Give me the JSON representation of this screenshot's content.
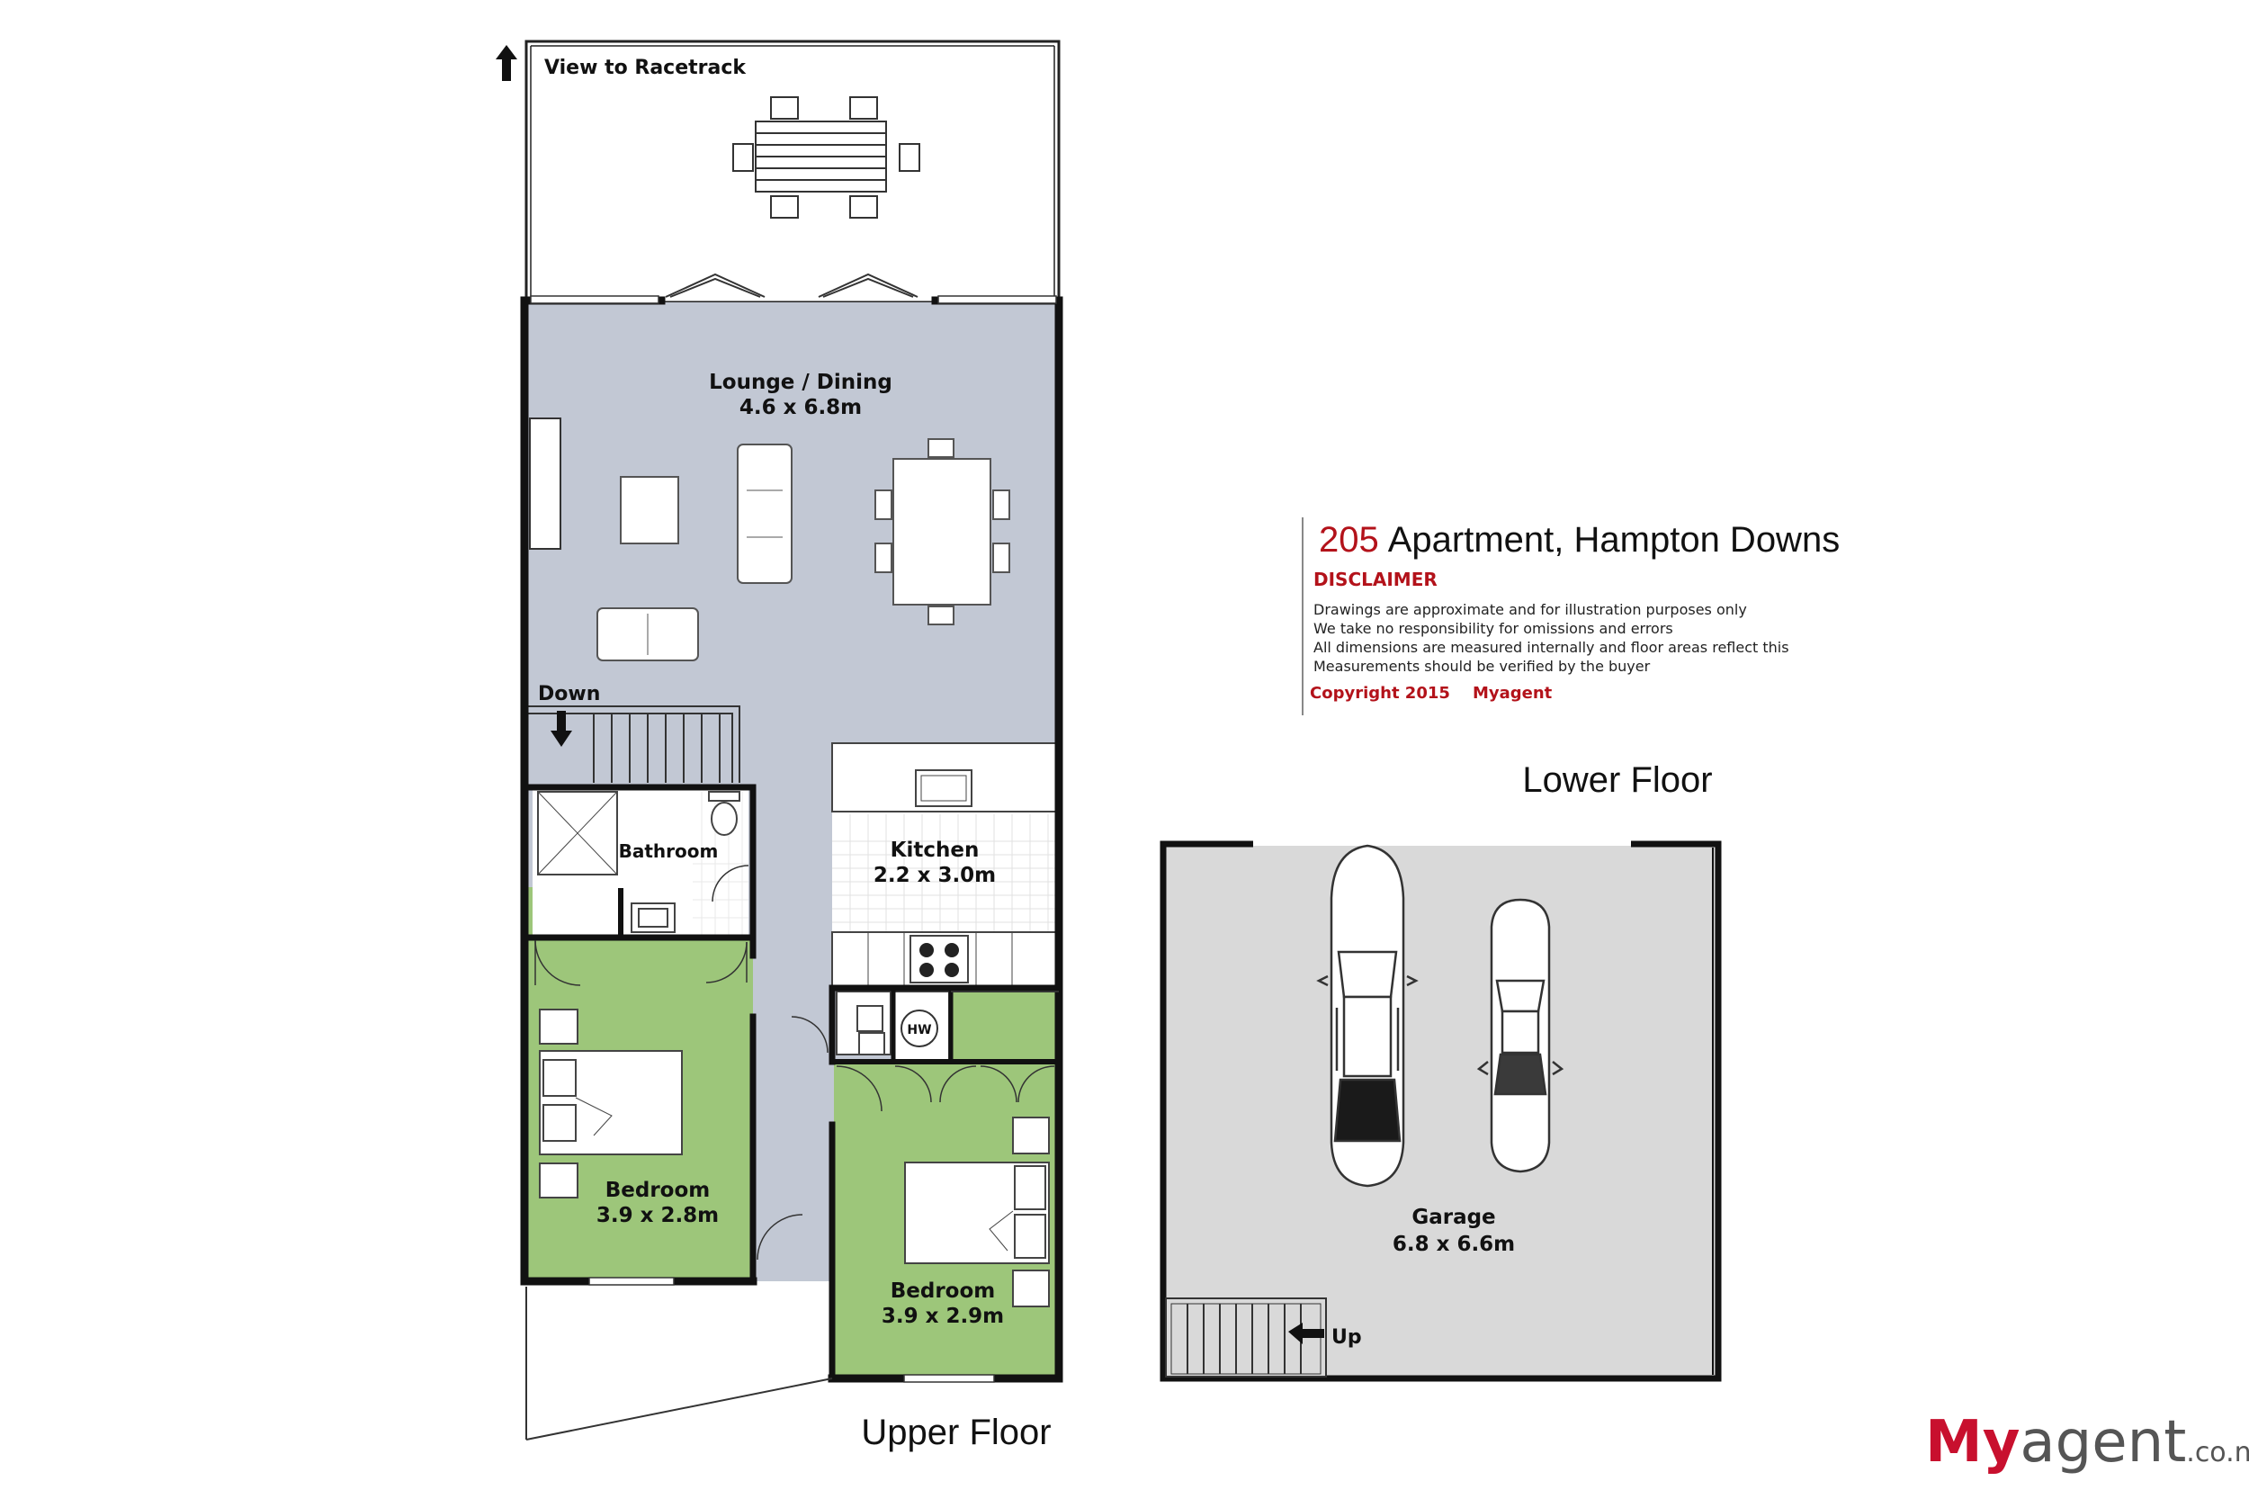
{
  "upper_floor": {
    "title": "Upper Floor",
    "view_label": "View to Racetrack",
    "down_label": "Down",
    "lounge_name": "Lounge / Dining",
    "lounge_dims": "4.6 x 6.8m",
    "bathroom_name": "Bathroom",
    "kitchen_name": "Kitchen",
    "kitchen_dims": "2.2 x 3.0m",
    "hw_label": "HW",
    "bedroom1_name": "Bedroom",
    "bedroom1_dims": "3.9 x 2.8m",
    "bedroom2_name": "Bedroom",
    "bedroom2_dims": "3.9 x 2.9m"
  },
  "lower_floor": {
    "title": "Lower Floor",
    "garage_name": "Garage",
    "garage_dims": "6.8 x 6.6m",
    "up_label": "Up"
  },
  "info": {
    "number": "205",
    "title": "Apartment, Hampton Downs",
    "disclaimer_heading": "DISCLAIMER",
    "disclaimer_lines": [
      "Drawings are approximate and for illustration purposes only",
      "We take no responsibility for omissions and errors",
      "All dimensions are measured internally and floor areas reflect this",
      "Measurements should be verified by the buyer"
    ],
    "copyright": "Copyright 2015    Myagent"
  },
  "logo": {
    "my": "My",
    "agent": "agent",
    "tld": ".co.nz"
  },
  "colors": {
    "floor": "#c2c8d4",
    "bedroom": "#9dc67a",
    "garage": "#d9d9d9",
    "wall": "#111111",
    "brand": "#c8102e"
  }
}
